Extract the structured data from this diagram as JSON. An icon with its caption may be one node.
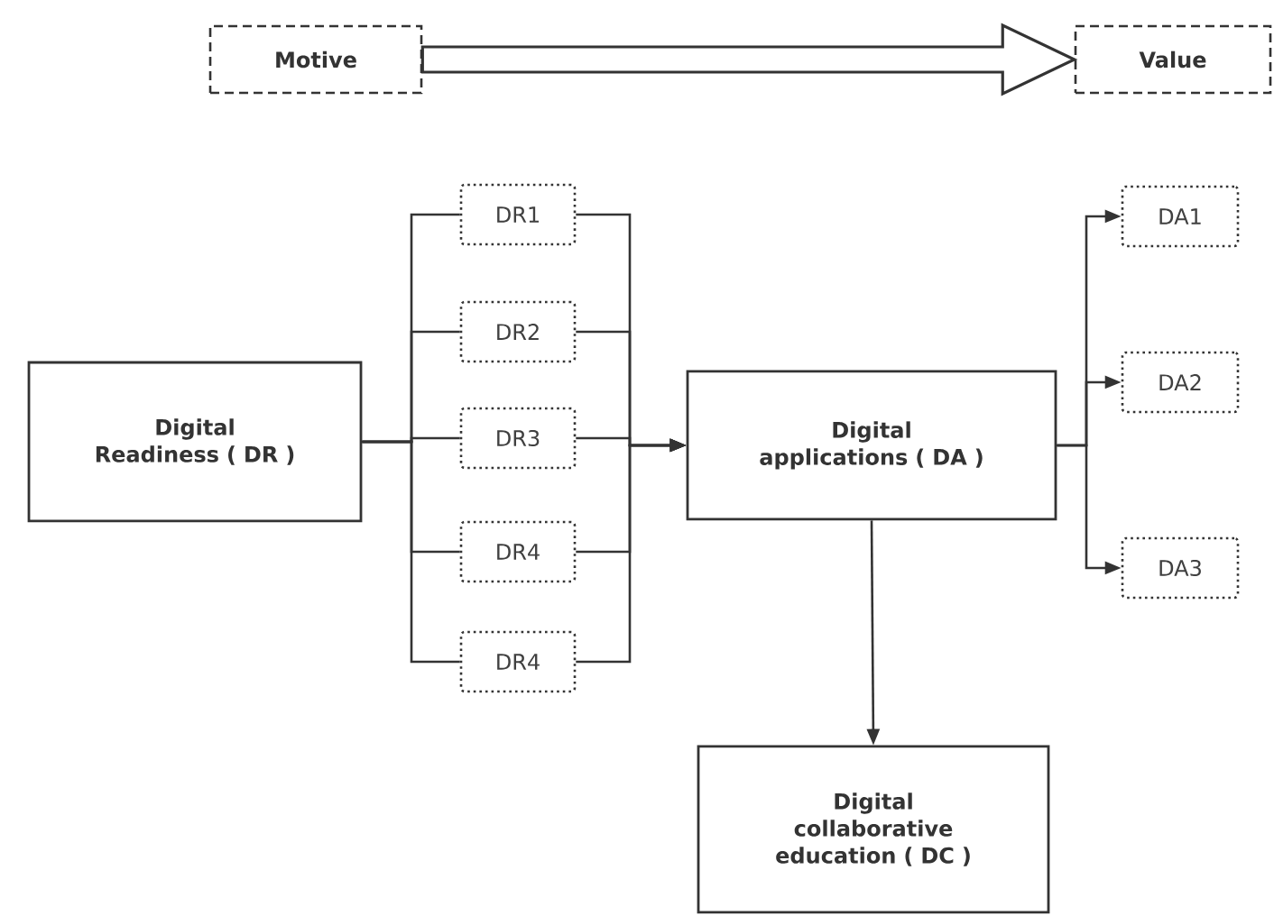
{
  "diagram": {
    "nodes": [
      {
        "text": [
          "Motive"
        ]
      },
      {
        "text": [
          "Value"
        ]
      },
      {
        "text": [
          "Digital Readiness ( DR )"
        ]
      },
      {
        "text": [
          "DR1"
        ]
      },
      {
        "text": [
          "DR2"
        ]
      },
      {
        "text": [
          "DR3"
        ]
      },
      {
        "text": [
          "DR4"
        ]
      },
      {
        "text": [
          "DR4"
        ]
      },
      {
        "text": [
          "Digital applications ( DA )"
        ]
      },
      {
        "text": [
          "DA1"
        ]
      },
      {
        "text": [
          "DA2"
        ]
      },
      {
        "text": [
          "DA3"
        ]
      },
      {
        "text": [
          "Digital collaborative education ( DC )"
        ]
      }
    ],
    "edges": [
      {
        "from": 0,
        "to": 1,
        "arrow": "to"
      },
      {
        "from": 2,
        "to": 3,
        "arrow": "none"
      },
      {
        "from": 2,
        "to": 4,
        "arrow": "none"
      },
      {
        "from": 2,
        "to": 5,
        "arrow": "none"
      },
      {
        "from": 2,
        "to": 6,
        "arrow": "none"
      },
      {
        "from": 2,
        "to": 7,
        "arrow": "none"
      },
      {
        "from": 3,
        "to": 8,
        "arrow": "to"
      },
      {
        "from": 4,
        "to": 8,
        "arrow": "to"
      },
      {
        "from": 5,
        "to": 8,
        "arrow": "to"
      },
      {
        "from": 6,
        "to": 8,
        "arrow": "to"
      },
      {
        "from": 7,
        "to": 8,
        "arrow": "to"
      },
      {
        "from": 8,
        "to": 9,
        "arrow": "to"
      },
      {
        "from": 8,
        "to": 10,
        "arrow": "to"
      },
      {
        "from": 8,
        "to": 11,
        "arrow": "to"
      },
      {
        "from": 8,
        "to": 12,
        "arrow": "to"
      }
    ]
  }
}
